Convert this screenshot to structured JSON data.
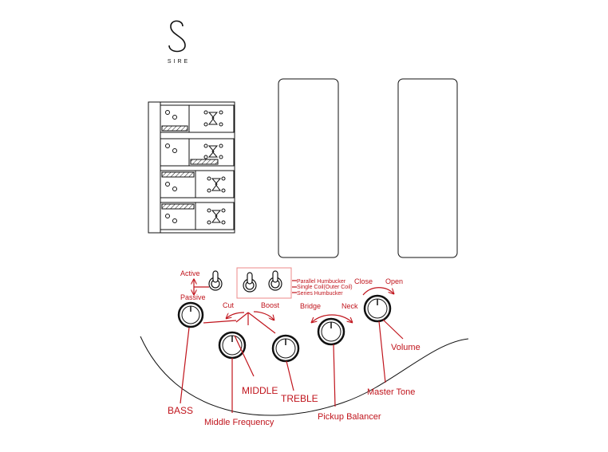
{
  "brand": {
    "name": "SIRE",
    "logo_icon": "sire-s-logo-icon"
  },
  "colors": {
    "outline": "#111111",
    "annotation": "#c0141c"
  },
  "labels": {
    "active": "Active",
    "passive": "Passive",
    "parallel_humbucker": "Parallel Humbucker",
    "single_coil": "Single Coil(Outer Coil)",
    "series_humbucker": "Series Humbucker",
    "close": "Close",
    "open": "Open",
    "cut": "Cut",
    "boost": "Boost",
    "bridge": "Bridge",
    "neck": "Neck",
    "volume": "Volume",
    "bass": "BASS",
    "middle": "MIDDLE",
    "treble": "TREBLE",
    "master_tone": "Master Tone",
    "middle_frequency": "Middle Frequency",
    "pickup_balancer": "Pickup Balancer"
  },
  "icons": [
    "toggle-switch-icon",
    "knob-icon",
    "bridge-saddle-icon",
    "pickup-icon",
    "curved-arrow-icon"
  ]
}
